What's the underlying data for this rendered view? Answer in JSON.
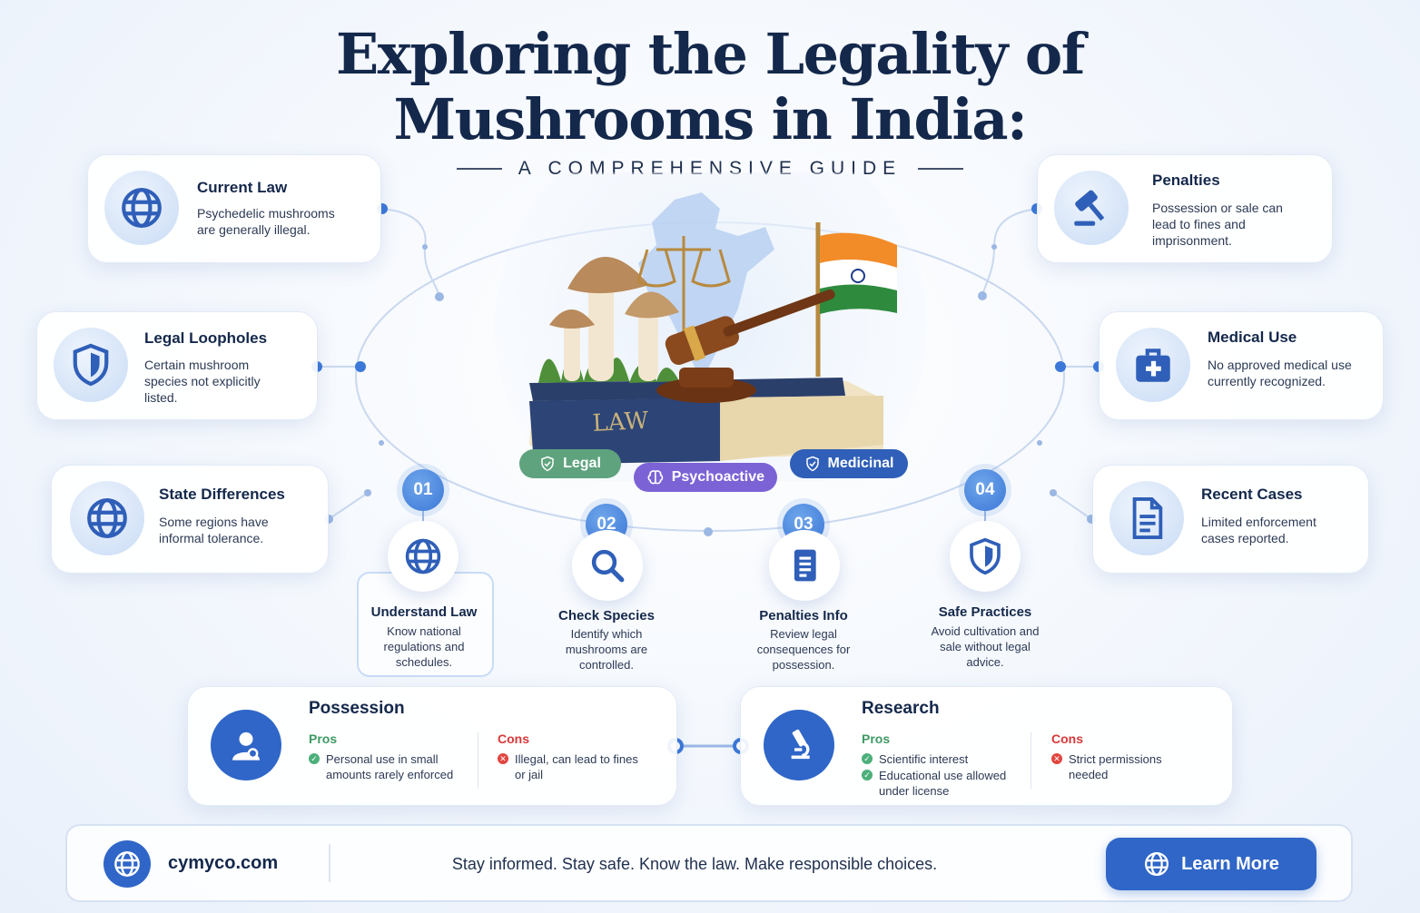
{
  "title_line1": "Exploring the Legality of",
  "title_line2": "Mushrooms in India:",
  "subtitle": "A COMPREHENSIVE GUIDE",
  "left_cards": [
    {
      "title": "Current Law",
      "text": "Psychedelic mushrooms are generally illegal.",
      "icon": "globe-icon"
    },
    {
      "title": "Legal Loopholes",
      "text": "Certain mushroom species not explicitly listed.",
      "icon": "shield-icon"
    },
    {
      "title": "State Differences",
      "text": "Some regions have informal tolerance.",
      "icon": "globe-icon"
    }
  ],
  "right_cards": [
    {
      "title": "Penalties",
      "text": "Possession or sale can lead to fines and imprisonment.",
      "icon": "gavel-icon"
    },
    {
      "title": "Medical Use",
      "text": "No approved medical use currently recognized.",
      "icon": "medical-kit-icon"
    },
    {
      "title": "Recent Cases",
      "text": "Limited enforcement cases reported.",
      "icon": "document-icon"
    }
  ],
  "tags": [
    "Legal",
    "Psychoactive",
    "Medicinal"
  ],
  "tag_colors": {
    "legal": "#5fa37e",
    "psychoactive": "#7b63d6",
    "medicinal": "#2f5fb8"
  },
  "hero": {
    "book_label": "LAW"
  },
  "steps": [
    {
      "num": "01",
      "title": "Understand Law",
      "text": "Know national regulations and schedules.",
      "icon": "globe-icon"
    },
    {
      "num": "02",
      "title": "Check Species",
      "text": "Identify which mushrooms are controlled.",
      "icon": "search-icon"
    },
    {
      "num": "03",
      "title": "Penalties Info",
      "text": "Review legal consequences for possession.",
      "icon": "document-icon"
    },
    {
      "num": "04",
      "title": "Safe Practices",
      "text": "Avoid cultivation and sale without legal advice.",
      "icon": "shield-icon"
    }
  ],
  "possession": {
    "title": "Possession",
    "pros_label": "Pros",
    "pros": [
      "Personal use in small amounts rarely enforced"
    ],
    "cons_label": "Cons",
    "cons": [
      "Illegal, can lead to fines or jail"
    ]
  },
  "research": {
    "title": "Research",
    "pros_label": "Pros",
    "pros": [
      "Scientific interest",
      "Educational use allowed under license"
    ],
    "cons_label": "Cons",
    "cons": [
      "Strict permissions needed"
    ]
  },
  "footer": {
    "site": "cymyco.com",
    "tagline": "Stay informed. Stay safe. Know the law. Make responsible choices.",
    "button": "Learn More"
  },
  "colors": {
    "accent": "#2f66c8",
    "navy": "#14284b",
    "pros": "#3f9a64",
    "cons": "#d8393a"
  }
}
